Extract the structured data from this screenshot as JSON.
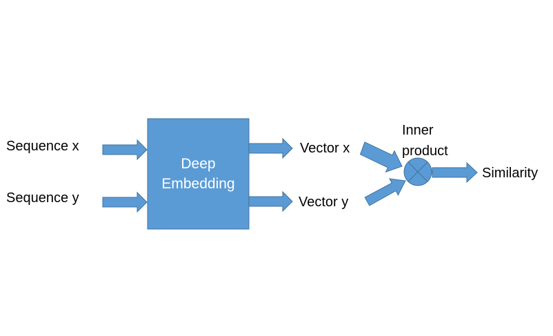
{
  "inputs": {
    "sequence_x": "Sequence x",
    "sequence_y": "Sequence y"
  },
  "embedding_box": {
    "line1": "Deep",
    "line2": "Embedding"
  },
  "vectors": {
    "vector_x": "Vector x",
    "vector_y": "Vector y"
  },
  "operator": {
    "line1": "Inner",
    "line2": "product",
    "icon": "multiply-circle-icon"
  },
  "output": {
    "label": "Similarity"
  },
  "colors": {
    "fill": "#5b9bd5",
    "stroke": "#41719c",
    "box_text": "#ffffff",
    "label_text": "#000000"
  }
}
